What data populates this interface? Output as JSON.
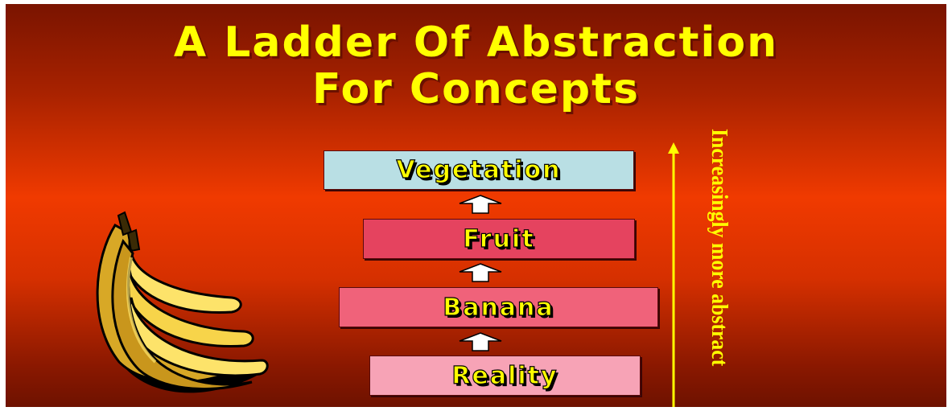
{
  "slide": {
    "title_line1": "A Ladder Of Abstraction",
    "title_line2": "For Concepts",
    "side_label": "Increasingly more abstract"
  },
  "ladder": [
    {
      "label": "Vegetation",
      "color": "#b9dfe4"
    },
    {
      "label": "Fruit",
      "color": "#e5435f"
    },
    {
      "label": "Banana",
      "color": "#f0627a"
    },
    {
      "label": "Reality",
      "color": "#f7a3b6"
    }
  ],
  "colors": {
    "title_text": "#ffff00",
    "arrow": "#ffff00"
  },
  "icons": [
    "bananas-clipart",
    "up-arrow-icon",
    "abstraction-arrow"
  ]
}
